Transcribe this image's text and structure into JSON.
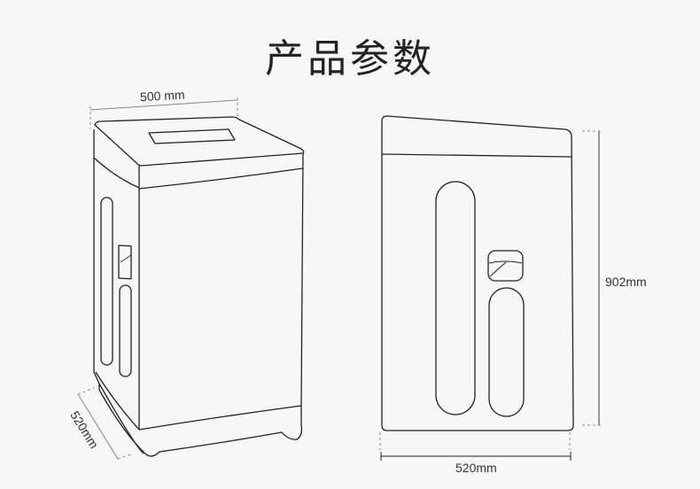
{
  "title": "产品参数",
  "left_view": {
    "width_label": "500 mm",
    "depth_label": "520mm"
  },
  "front_view": {
    "height_label": "902mm",
    "width_label": "520mm"
  },
  "colors": {
    "background": "#f7f7f7",
    "outline": "#222222",
    "dimension_line": "#888888"
  }
}
